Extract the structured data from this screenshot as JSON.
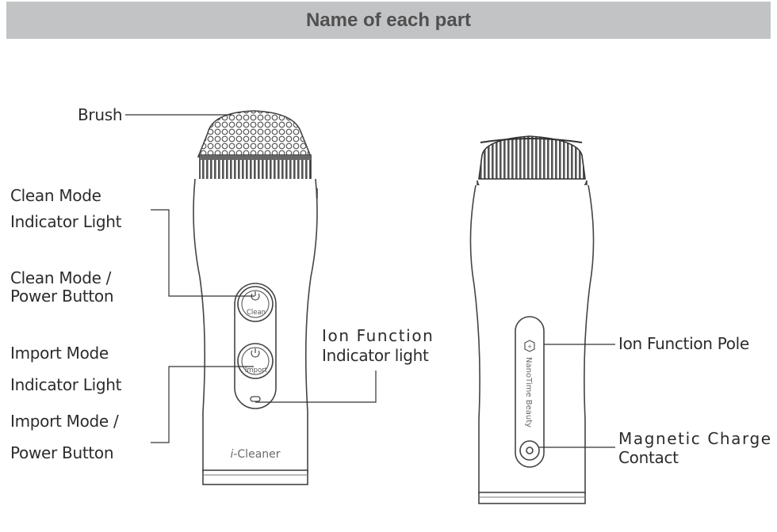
{
  "header": {
    "title": "Name of each part"
  },
  "front": {
    "labels": {
      "brush": "Brush",
      "clean_indicator_1": "Clean Mode",
      "clean_indicator_2": "Indicator Light",
      "clean_button_1": "Clean  Mode /",
      "clean_button_2": "Power Button",
      "import_indicator_1": "Import  Mode",
      "import_indicator_2": "Indicator Light",
      "import_button_1": "Import Mode /",
      "import_button_2": "Power Button",
      "ion_indicator_1": "Ion Function",
      "ion_indicator_2": "Indicator light"
    },
    "buttons": {
      "clean": "Clean",
      "import": "Import"
    },
    "brand": "-Cleaner",
    "brand_prefix": "i"
  },
  "back": {
    "labels": {
      "ion_pole": "Ion Function Pole",
      "charge_1": "Magnetic Charge",
      "charge_2": "Contact"
    },
    "logo_text": "NanoTime Beauty"
  }
}
